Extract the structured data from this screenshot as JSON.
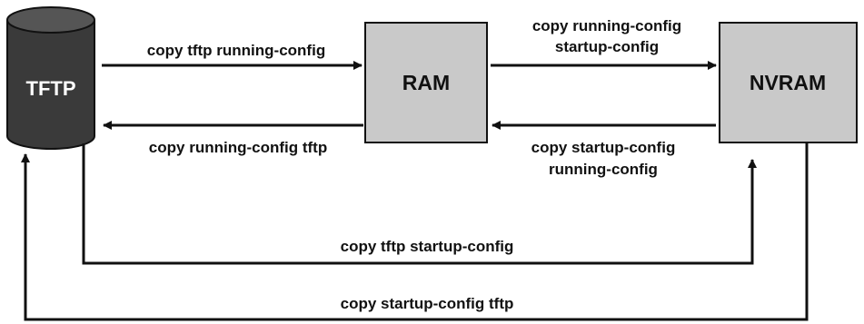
{
  "nodes": {
    "tftp": {
      "label": "TFTP"
    },
    "ram": {
      "label": "RAM"
    },
    "nvram": {
      "label": "NVRAM"
    }
  },
  "commands": {
    "tftp_to_ram": "copy tftp running-config",
    "ram_to_tftp": "copy running-config tftp",
    "ram_to_nvram_line1": "copy running-config",
    "ram_to_nvram_line2": "startup-config",
    "nvram_to_ram_line1": "copy startup-config",
    "nvram_to_ram_line2": "running-config",
    "tftp_to_nvram": "copy tftp startup-config",
    "nvram_to_tftp": "copy startup-config tftp"
  },
  "colors": {
    "box_fill": "#c9c9c9",
    "cylinder_fill": "#3a3a3a",
    "line": "#111111"
  }
}
